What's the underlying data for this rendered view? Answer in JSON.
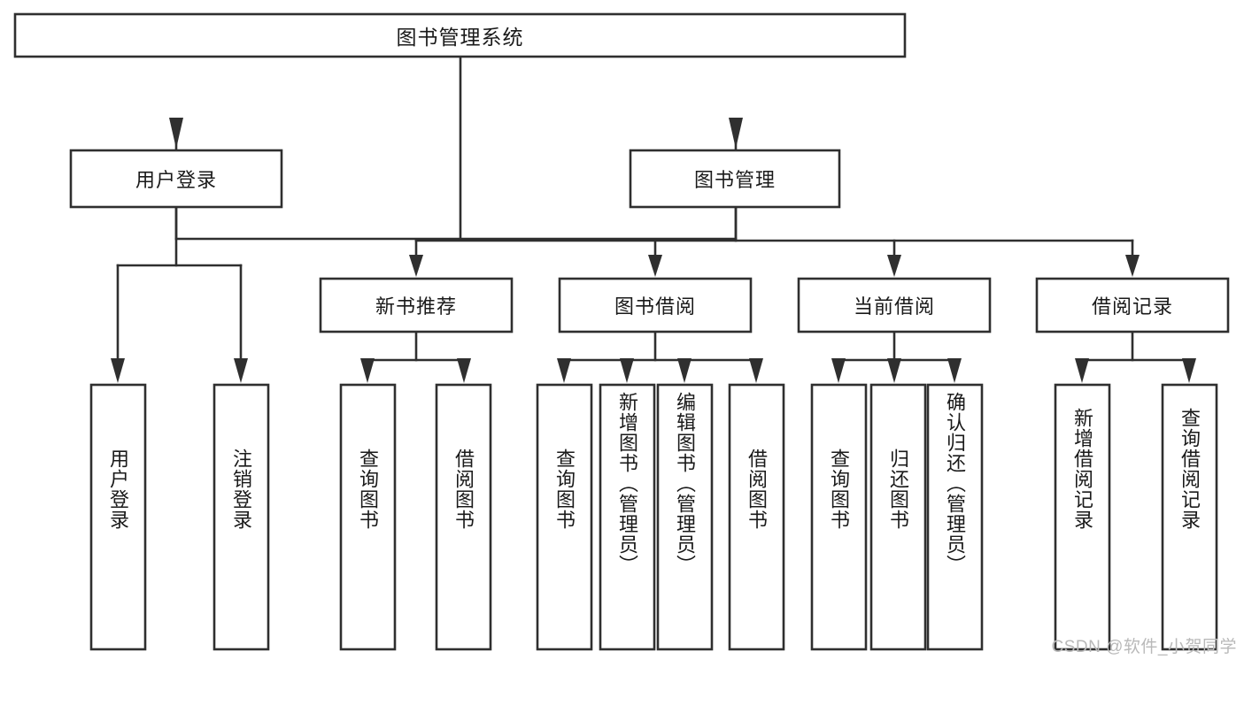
{
  "diagram": {
    "type": "tree-hierarchy",
    "title": "图书管理系统",
    "root": {
      "id": "root",
      "label": "图书管理系统"
    },
    "level2": [
      {
        "id": "user-login",
        "label": "用户登录"
      },
      {
        "id": "book-manage",
        "label": "图书管理"
      }
    ],
    "level3": [
      {
        "id": "new-book-rec",
        "label": "新书推荐",
        "parent": "book-manage"
      },
      {
        "id": "book-borrow",
        "label": "图书借阅",
        "parent": "book-manage"
      },
      {
        "id": "current-borrow",
        "label": "当前借阅",
        "parent": "book-manage"
      },
      {
        "id": "borrow-record",
        "label": "借阅记录",
        "parent": "book-manage"
      }
    ],
    "leaves": [
      {
        "id": "leaf-user-login",
        "label": "用户登录",
        "parent": "user-login"
      },
      {
        "id": "leaf-user-logout",
        "label": "注销登录",
        "parent": "user-login"
      },
      {
        "id": "leaf-query-book-1",
        "label": "查询图书",
        "parent": "new-book-rec"
      },
      {
        "id": "leaf-borrow-book-1",
        "label": "借阅图书",
        "parent": "new-book-rec"
      },
      {
        "id": "leaf-query-book-2",
        "label": "查询图书",
        "parent": "book-borrow"
      },
      {
        "id": "leaf-add-book",
        "label": "新增图书（管理员）",
        "parent": "book-borrow"
      },
      {
        "id": "leaf-edit-book",
        "label": "编辑图书（管理员）",
        "parent": "book-borrow"
      },
      {
        "id": "leaf-borrow-book-2",
        "label": "借阅图书",
        "parent": "book-borrow"
      },
      {
        "id": "leaf-query-book-3",
        "label": "查询图书",
        "parent": "current-borrow"
      },
      {
        "id": "leaf-return-book",
        "label": "归还图书",
        "parent": "current-borrow"
      },
      {
        "id": "leaf-confirm-return",
        "label": "确认归还（管理员）",
        "parent": "current-borrow"
      },
      {
        "id": "leaf-add-record",
        "label": "新增借阅记录",
        "parent": "borrow-record"
      },
      {
        "id": "leaf-query-record",
        "label": "查询借阅记录",
        "parent": "borrow-record"
      }
    ],
    "colors": {
      "box_stroke": "#2f2f2f",
      "box_fill": "#ffffff",
      "text": "#1a1a1a",
      "background": "#ffffff",
      "watermark": "#b9b9b9"
    }
  },
  "watermark": {
    "text": "CSDN @软件_小贺同学"
  }
}
